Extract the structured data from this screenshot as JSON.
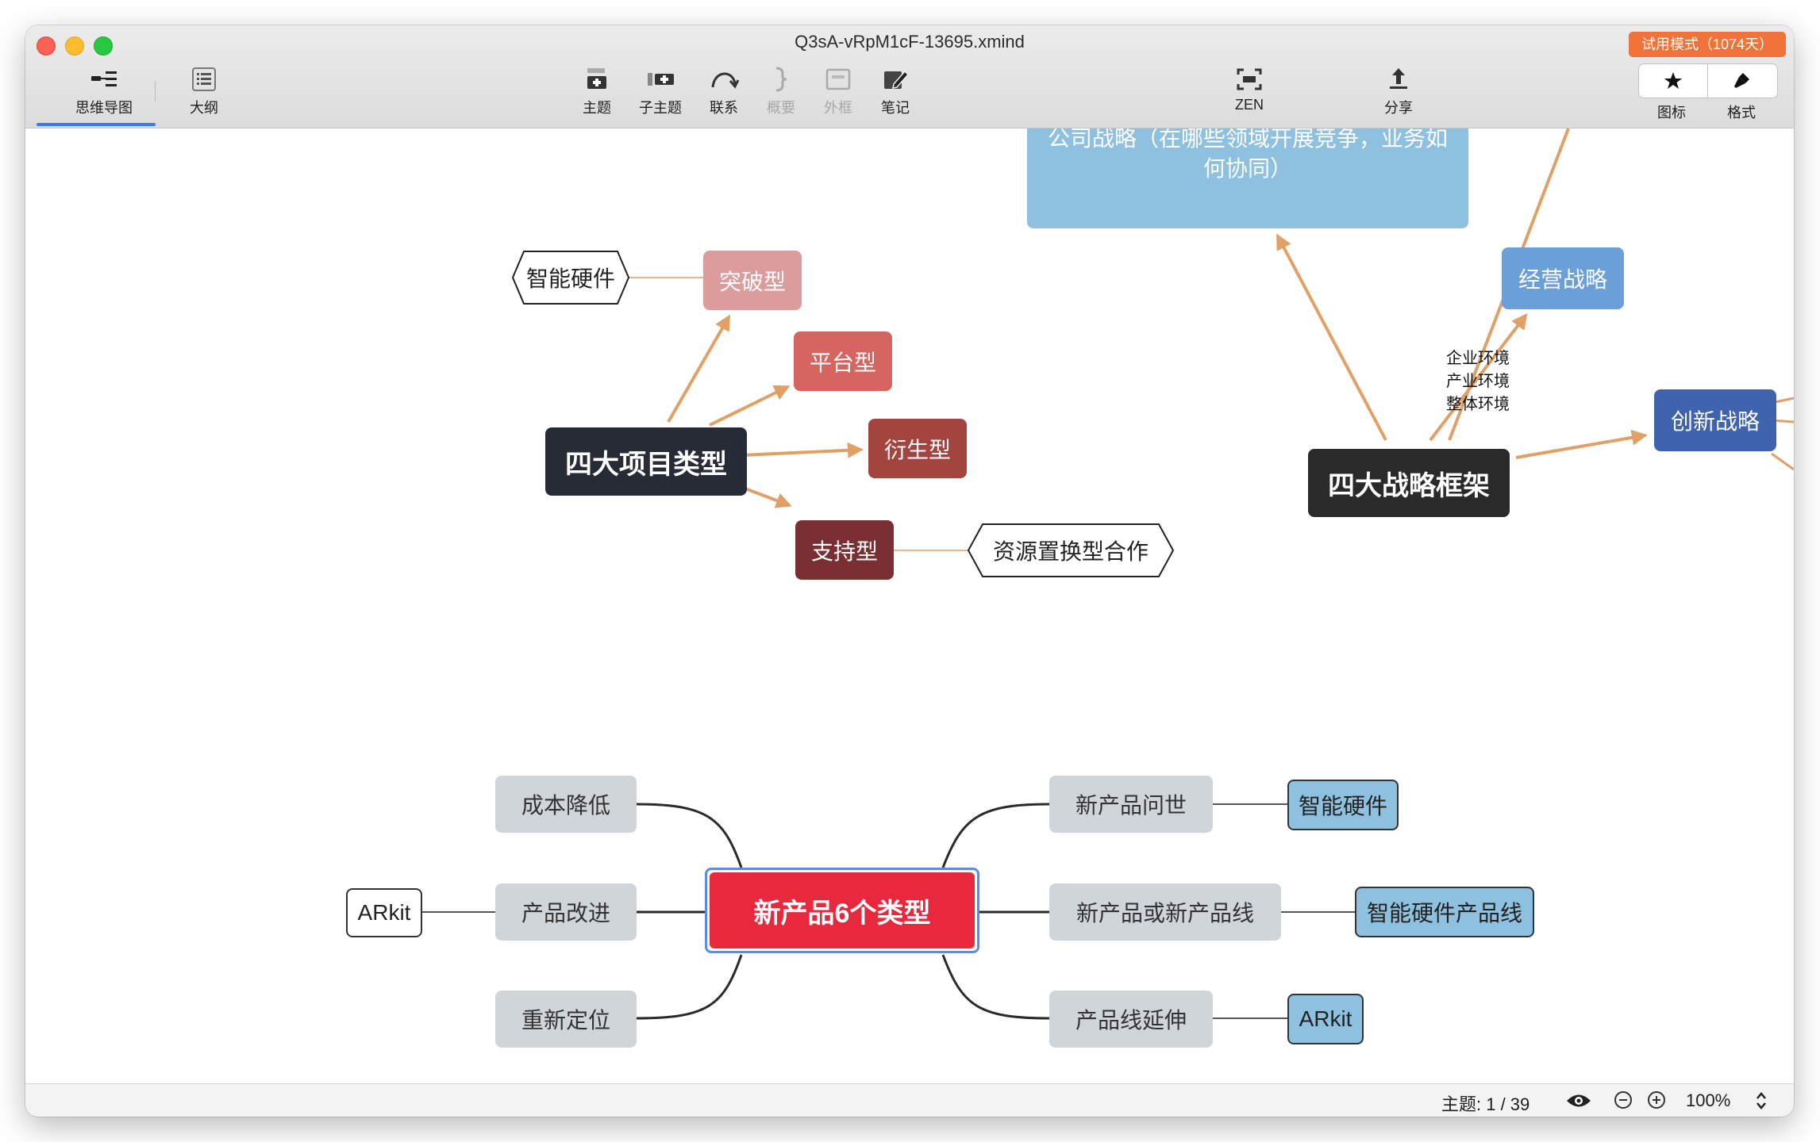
{
  "window": {
    "title": "Q3sA-vRpM1cF-13695.xmind",
    "trial_badge": "试用模式（1074天）"
  },
  "toolbar": {
    "mindmap": "思维导图",
    "outline": "大纲",
    "topic": "主题",
    "subtopic": "子主题",
    "relation": "联系",
    "summary": "概要",
    "boundary": "外框",
    "note": "笔记",
    "zen": "ZEN",
    "share": "分享",
    "icons": "图标",
    "format": "格式"
  },
  "map_top_left": {
    "root": "四大项目类型",
    "branches": [
      {
        "label": "突破型",
        "color": "#dc9c9c"
      },
      {
        "label": "平台型",
        "color": "#d66461"
      },
      {
        "label": "衍生型",
        "color": "#a3443f"
      },
      {
        "label": "支持型",
        "color": "#7a2f33"
      }
    ],
    "callouts": {
      "breakthrough": "智能硬件",
      "support": "资源置换型合作"
    }
  },
  "map_top_right": {
    "root": "四大战略框架",
    "corporate": "公司战略（在哪些领域开展竞争，业务如何协同）",
    "business": "经营战略",
    "innovation": "创新战略",
    "relation_label": [
      "企业环境",
      "产业环境",
      "整体环境"
    ]
  },
  "map_bottom": {
    "root": "新产品6个类型",
    "left": [
      "成本降低",
      "产品改进",
      "重新定位"
    ],
    "right": [
      "新产品问世",
      "新产品或新产品线",
      "产品线延伸"
    ],
    "left_callout": "ARkit",
    "right_callouts": [
      "智能硬件",
      "智能硬件产品线",
      "ARkit"
    ]
  },
  "status": {
    "topic_count": "主题: 1 / 39",
    "zoom": "100%"
  }
}
